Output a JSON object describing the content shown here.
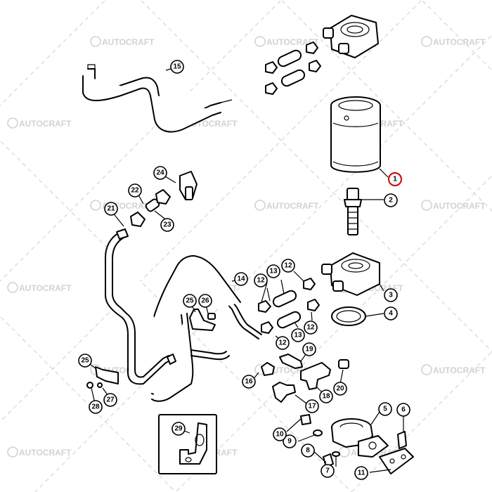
{
  "watermark": {
    "text": "AUTOCRAFT",
    "color": "#d2d2d2"
  },
  "highlight_color": "#cc0000",
  "callouts": {
    "c1": "1",
    "c2": "2",
    "c3": "3",
    "c4": "4",
    "c5": "5",
    "c6": "6",
    "c7": "7",
    "c8": "8",
    "c9": "9",
    "c10": "10",
    "c11": "11",
    "c12": "12",
    "c13": "13",
    "c14": "14",
    "c15": "15",
    "c16": "16",
    "c17": "17",
    "c18": "18",
    "c19": "19",
    "c20": "20",
    "c21": "21",
    "c22": "22",
    "c23": "23",
    "c24": "24",
    "c25": "25",
    "c26": "26",
    "c27": "27",
    "c28": "28",
    "c29": "29"
  }
}
